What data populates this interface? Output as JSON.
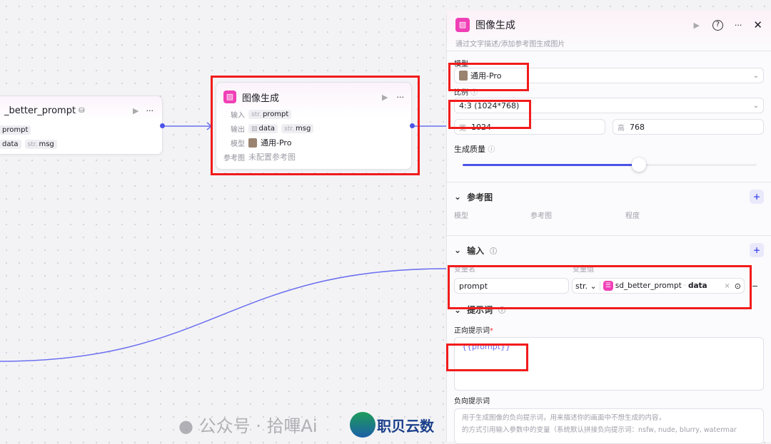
{
  "canvas": {
    "prev_node": {
      "title": "_better_prompt",
      "inputs": [
        {
          "type": "",
          "name": "prompt"
        }
      ],
      "outputs": [
        {
          "type": "",
          "name": "data"
        },
        {
          "type": "str.",
          "name": "msg"
        }
      ]
    },
    "node": {
      "title": "图像生成",
      "input_label": "输入",
      "output_label": "输出",
      "model_label": "模型",
      "ref_label": "参考图",
      "input": {
        "type": "str.",
        "name": "prompt"
      },
      "outputs": [
        {
          "type": "image",
          "name": "data"
        },
        {
          "type": "str.",
          "name": "msg"
        }
      ],
      "model": "通用-Pro",
      "ref_value": "未配置参考图"
    }
  },
  "panel": {
    "title": "图像生成",
    "description": "通过文字描述/添加参考图生成图片",
    "model_label": "模型",
    "model_value": "通用-Pro",
    "ratio_label": "比例",
    "ratio_value": "4:3 (1024*768)",
    "width_label": "宽",
    "width_value": "1024",
    "height_label": "高",
    "height_value": "768",
    "quality_label": "生成质量",
    "quality_level": 0.6,
    "ref_section": "参考图",
    "ref_cols": [
      "模型",
      "参考图",
      "程度"
    ],
    "input_section": "输入",
    "var_name_label": "变量名",
    "var_value_label": "变量值",
    "var_name": "prompt",
    "var_type": "str.",
    "var_ref_node": "sd_better_prompt",
    "var_ref_sep": "·",
    "var_ref_field": "data",
    "prompt_section": "提示词",
    "positive_label": "正向提示词",
    "positive_value": "{{prompt}}",
    "negative_label": "负向提示词",
    "negative_placeholder_1": "用于生成图像的负向提示词，用来描述你的画面中不想生成的内容，",
    "negative_placeholder_2": "的方式引用输入参数中的变量（系统默认拼接负向提示词：nsfw, nude, blurry, watermar"
  },
  "watermark": {
    "text": "公众号 · 拾嗶Ai",
    "logo": "职贝云数"
  },
  "colors": {
    "accent": "#4d53e8",
    "node_icon": "#f03fb6",
    "highlight": "#f21b1b"
  }
}
